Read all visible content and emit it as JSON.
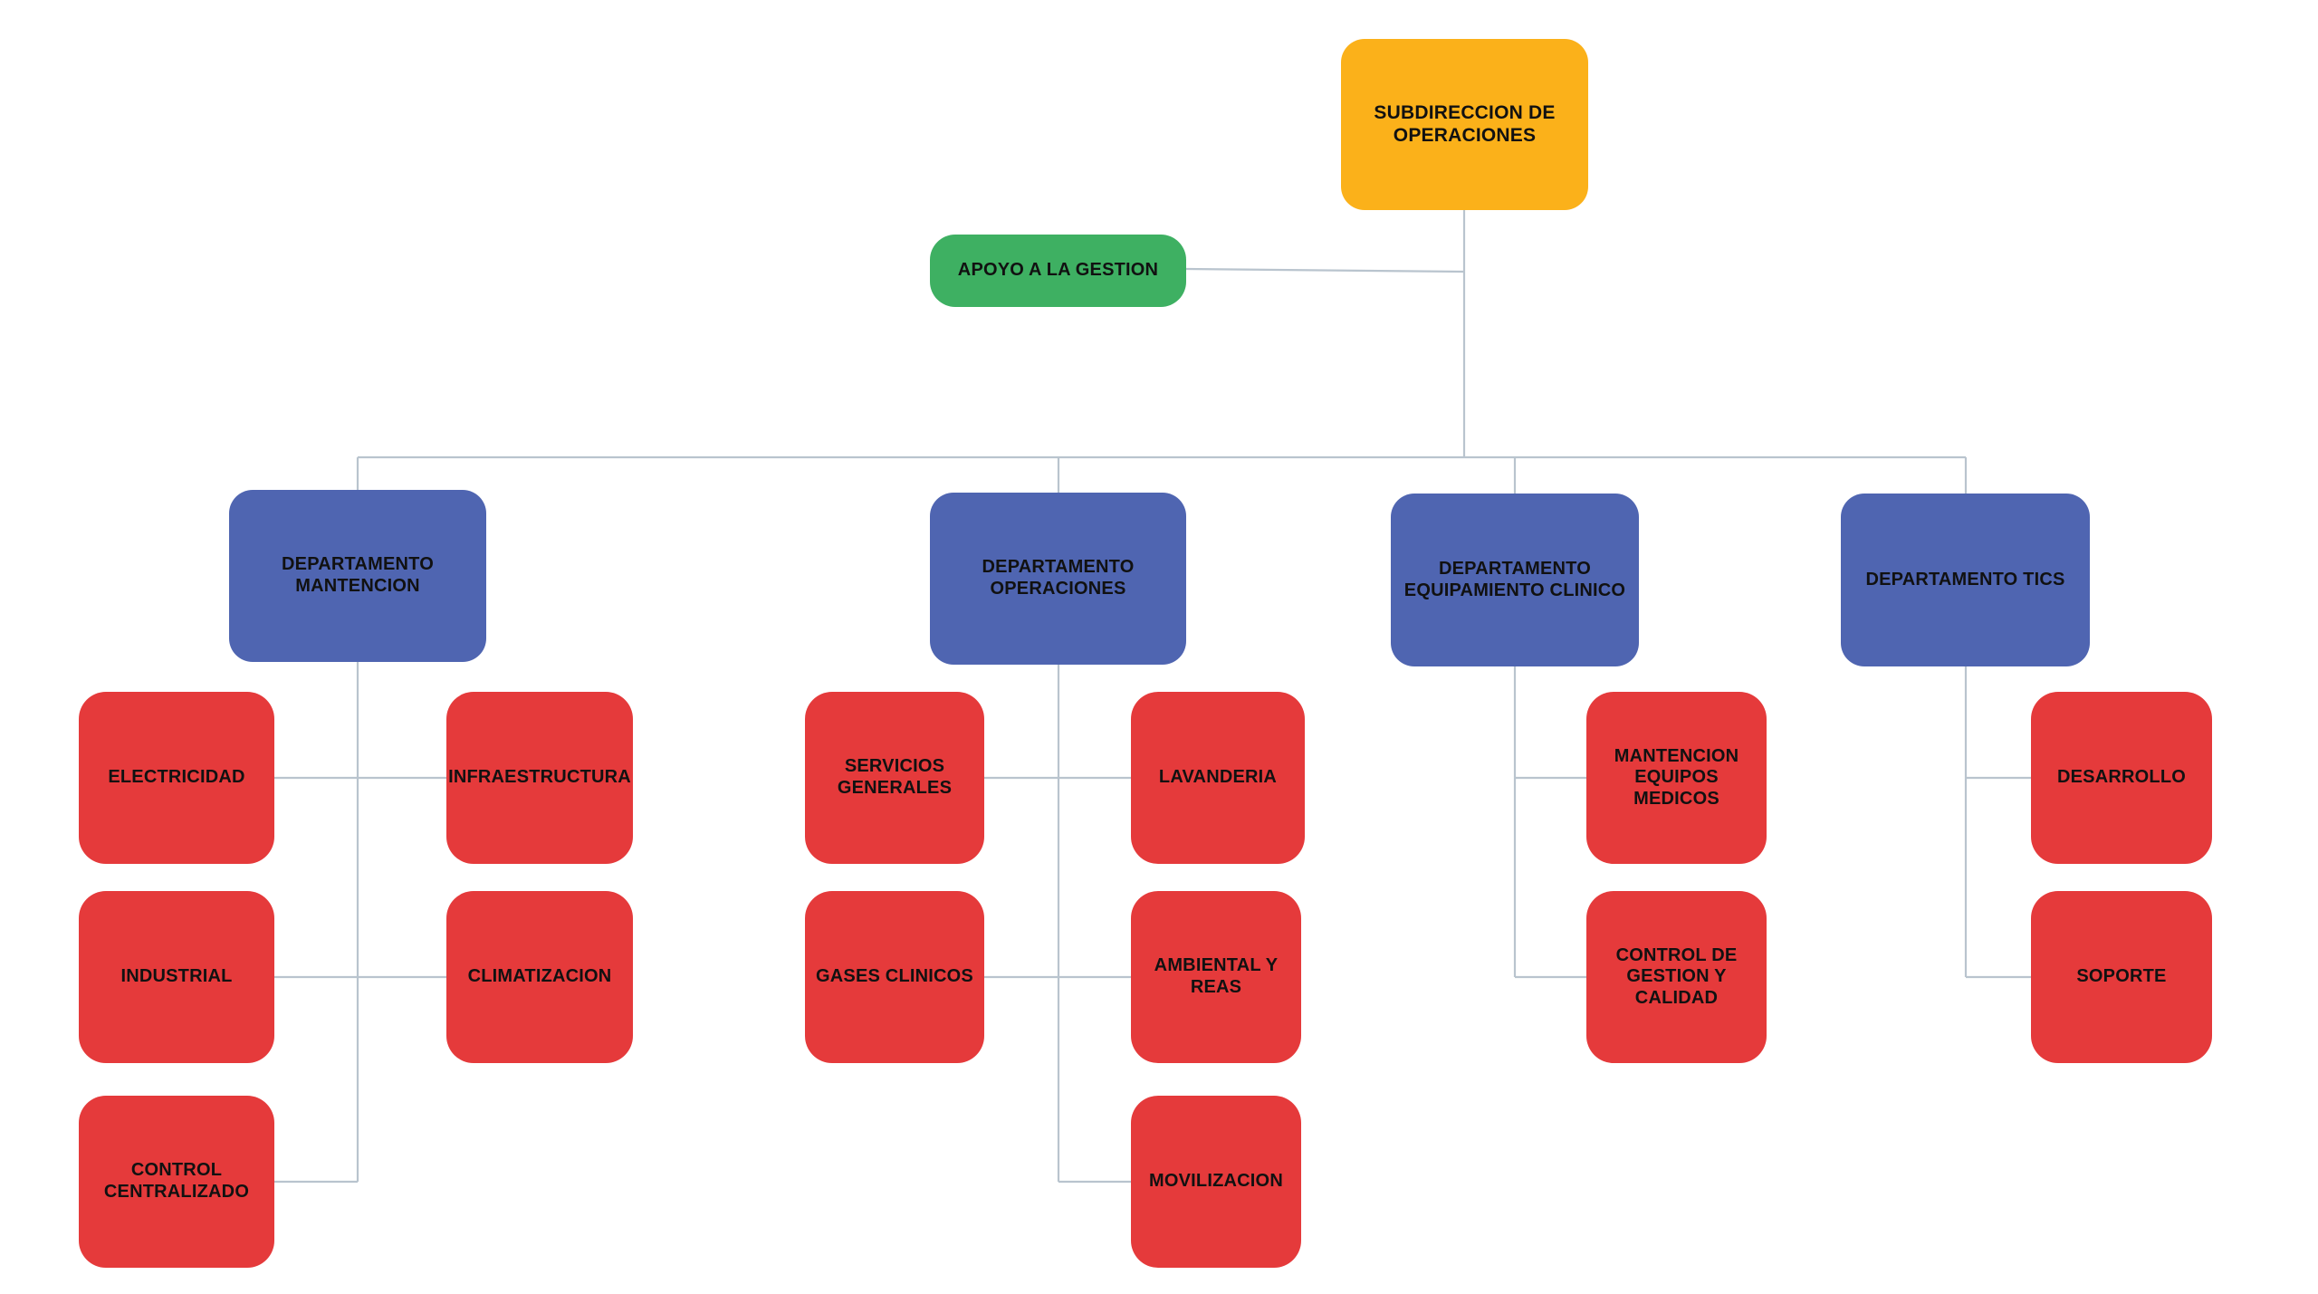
{
  "diagram": {
    "root": {
      "label": "SUBDIRECCION DE\nOPERACIONES"
    },
    "support": {
      "label": "APOYO A LA GESTION"
    },
    "departments": [
      {
        "label": "DEPARTAMENTO\nMANTENCION",
        "units": [
          "ELECTRICIDAD",
          "INFRAESTRUCTURA",
          "INDUSTRIAL",
          "CLIMATIZACION",
          "CONTROL\nCENTRALIZADO"
        ]
      },
      {
        "label": "DEPARTAMENTO\nOPERACIONES",
        "units": [
          "SERVICIOS\nGENERALES",
          "LAVANDERIA",
          "GASES CLINICOS",
          "AMBIENTAL Y REAS",
          "MOVILIZACION"
        ]
      },
      {
        "label": "DEPARTAMENTO\nEQUIPAMIENTO CLINICO",
        "units": [
          "MANTENCION\nEQUIPOS MEDICOS",
          "CONTROL DE\nGESTION Y CALIDAD"
        ]
      },
      {
        "label": "DEPARTAMENTO TICS",
        "units": [
          "DESARROLLO",
          "SOPORTE"
        ]
      }
    ],
    "colors": {
      "root": "#FBB11A",
      "support": "#3EB062",
      "department": "#4F65B1",
      "unit": "#E53A3B",
      "connector": "#B9C4CE"
    }
  }
}
